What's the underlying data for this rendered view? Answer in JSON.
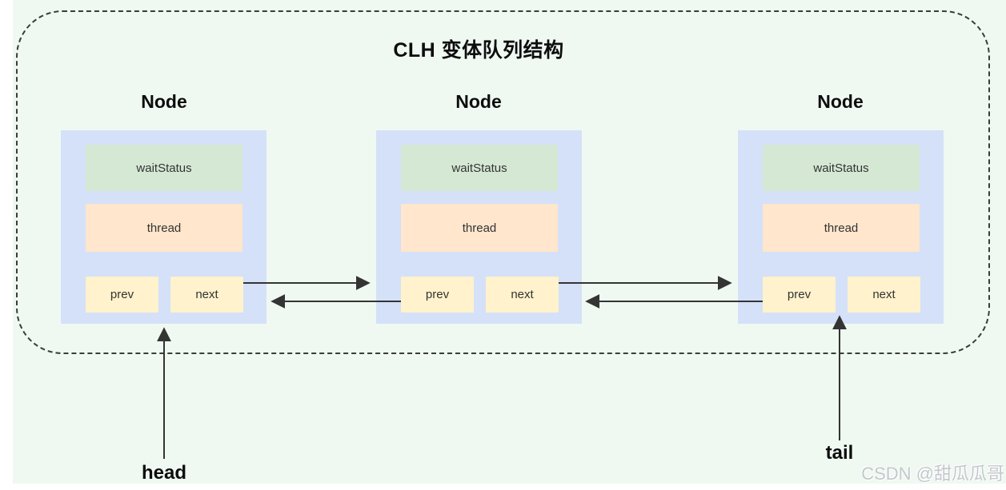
{
  "title": "CLH 变体队列结构",
  "nodes": [
    {
      "title": "Node",
      "fields": {
        "waitStatus": "waitStatus",
        "thread": "thread",
        "prev": "prev",
        "next": "next"
      }
    },
    {
      "title": "Node",
      "fields": {
        "waitStatus": "waitStatus",
        "thread": "thread",
        "prev": "prev",
        "next": "next"
      }
    },
    {
      "title": "Node",
      "fields": {
        "waitStatus": "waitStatus",
        "thread": "thread",
        "prev": "prev",
        "next": "next"
      }
    }
  ],
  "pointers": {
    "head": "head",
    "tail": "tail"
  },
  "watermark": "CSDN @甜瓜瓜哥",
  "colors": {
    "background": "#eff9f1",
    "node_fill": "#d5e1f8",
    "wait_fill": "#d5e8d4",
    "thread_fill": "#ffe6cc",
    "pointer_fill": "#fff2cc",
    "arrow": "#343434",
    "frame_border": "#3c3c3c",
    "field_text": "#333333",
    "label_text": "#0d0d0d",
    "watermark": "#c3c7cb"
  }
}
